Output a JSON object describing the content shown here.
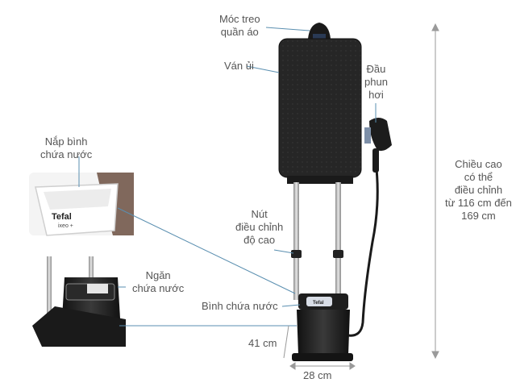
{
  "labels": {
    "hanger": "Móc treo\nquần áo",
    "board": "Ván ủi",
    "steam_head": "Đầu\nphun\nhơi",
    "tank_cap": "Nắp bình\nchứa nước",
    "height_button": "Nút\nđiều chỉnh\nđộ cao",
    "water_compartment": "Ngăn\nchứa nước",
    "water_tank": "Bình chứa nước",
    "adjustable_height": "Chiều cao\ncó thể\nđiều chỉnh\ntừ 116 cm đến\n169 cm",
    "depth": "41 cm",
    "width": "28 cm"
  },
  "brand": {
    "name": "Tefal",
    "model": "ixeo +"
  },
  "colors": {
    "board": "#2a2a2a",
    "body": "#1c1c1c",
    "pole": "#b8b8b8",
    "leader_line": "#5a8fb0",
    "dimension_line": "#9a9a9a"
  }
}
